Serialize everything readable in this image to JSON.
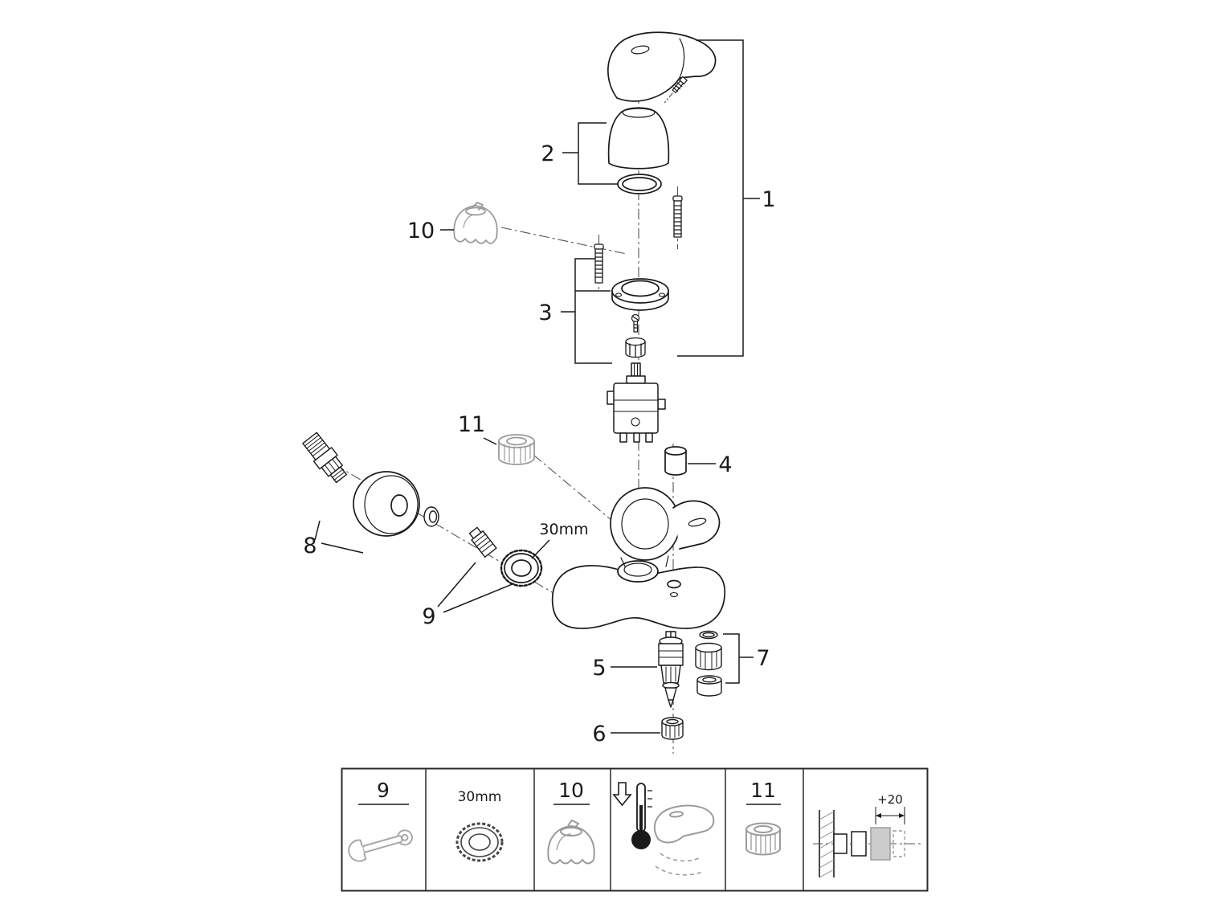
{
  "diagram": {
    "type": "exploded-parts-diagram",
    "subject": "single-lever wall-mounted bath shower mixer faucet",
    "callouts": {
      "c1": "1",
      "c2": "2",
      "c3": "3",
      "c4": "4",
      "c5": "5",
      "c6": "6",
      "c7": "7",
      "c8": "8",
      "c9": "9",
      "c10": "10",
      "c11": "11"
    },
    "annotations": {
      "nut_size": "30mm"
    },
    "colors": {
      "line": "#1a1a1a",
      "secondary": "#9b9b9b",
      "axis": "#555555",
      "background": "#ffffff"
    }
  },
  "legend": {
    "cells": [
      {
        "id": "tool-wrench",
        "label": "9",
        "icon": "wrench-icon"
      },
      {
        "id": "nut-30mm",
        "label": "30mm",
        "icon": "nut-icon"
      },
      {
        "id": "part-10-cap",
        "label": "10",
        "icon": "cap-icon"
      },
      {
        "id": "temperature-handle",
        "label": "",
        "icon": "thermometer-handle-icon"
      },
      {
        "id": "part-11-adapter",
        "label": "11",
        "icon": "adapter-icon"
      },
      {
        "id": "wall-offset",
        "label": "+20",
        "icon": "wall-mount-icon"
      }
    ]
  }
}
